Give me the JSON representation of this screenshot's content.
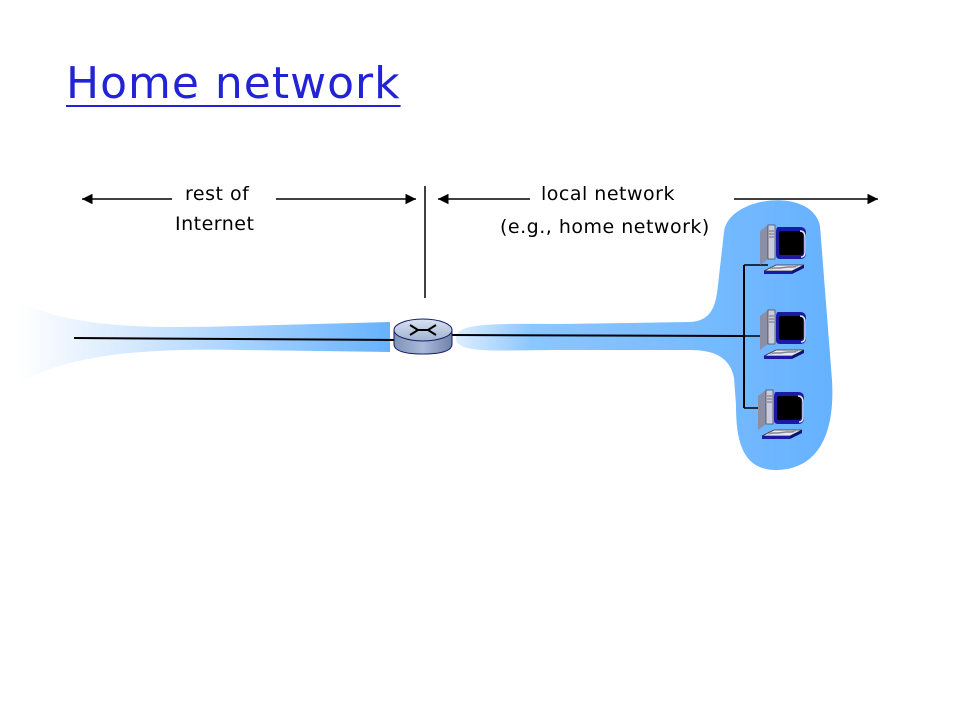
{
  "title": "Home network",
  "labels": {
    "rest_line1": "rest of",
    "rest_line2": "Internet",
    "local_line1": "local network",
    "local_line2": "(e.g., home network)"
  },
  "icons": [
    "router-icon",
    "computer-icon",
    "computer-icon",
    "computer-icon"
  ],
  "colors": {
    "title": "#2323d6",
    "network_blob": "#66b2ff",
    "monitor": "#1a1aa6",
    "screen": "#000000"
  }
}
